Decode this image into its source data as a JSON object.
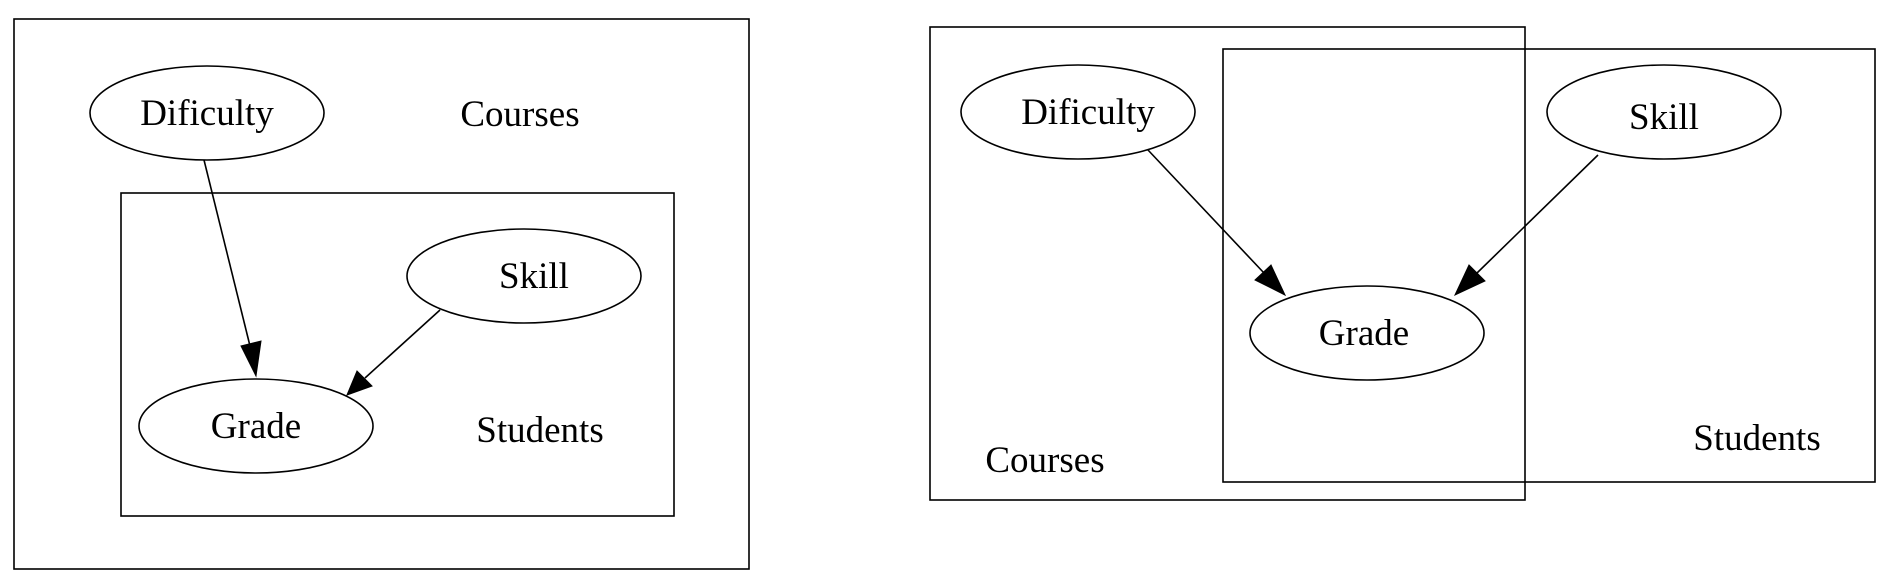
{
  "left_diagram": {
    "plates": {
      "courses": "Courses",
      "students": "Students"
    },
    "nodes": {
      "difficulty": "Dificulty",
      "skill": "Skill",
      "grade": "Grade"
    }
  },
  "right_diagram": {
    "plates": {
      "courses": "Courses",
      "students": "Students"
    },
    "nodes": {
      "difficulty": "Dificulty",
      "skill": "Skill",
      "grade": "Grade"
    }
  }
}
